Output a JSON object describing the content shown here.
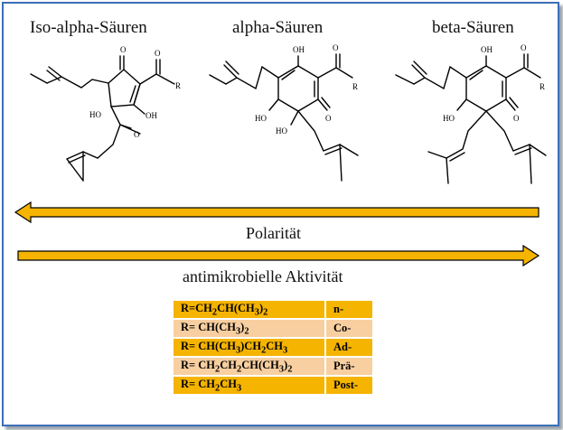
{
  "titles": {
    "iso_alpha": "Iso-alpha-Säuren",
    "alpha": "alpha-Säuren",
    "beta": "beta-Säuren"
  },
  "atoms": {
    "O": "O",
    "OH": "OH",
    "HO": "HO",
    "R": "R"
  },
  "arrows": {
    "polarity_label": "Polarität",
    "activity_label": "antimikrobielle Aktivität",
    "color": "#f5b400"
  },
  "substituents": [
    {
      "r": "R=CH2CH(CH3)2",
      "r_html": "R=CH<sub>2</sub>CH(CH<sub>3</sub>)<sub>2</sub>",
      "prefix": "n-",
      "shade": "dark"
    },
    {
      "r": "R= CH(CH3)2",
      "r_html": "R= CH(CH<sub>3</sub>)<sub>2</sub>",
      "prefix": "Co-",
      "shade": "light"
    },
    {
      "r": "R= CH(CH3)CH2CH3",
      "r_html": "R= CH(CH<sub>3</sub>)CH<sub>2</sub>CH<sub>3</sub>",
      "prefix": "Ad-",
      "shade": "dark"
    },
    {
      "r": "R= CH2CH2CH(CH3)2",
      "r_html": "R= CH<sub>2</sub>CH<sub>2</sub>CH(CH<sub>3</sub>)<sub>2</sub>",
      "prefix": "Prä-",
      "shade": "light"
    },
    {
      "r": "R= CH2CH3",
      "r_html": "R= CH<sub>2</sub>CH<sub>3</sub>",
      "prefix": "Post-",
      "shade": "dark"
    }
  ],
  "colors": {
    "frame_border": "#3b6fb6",
    "row_dark": "#f5b400",
    "row_light": "#f8cfa0"
  }
}
